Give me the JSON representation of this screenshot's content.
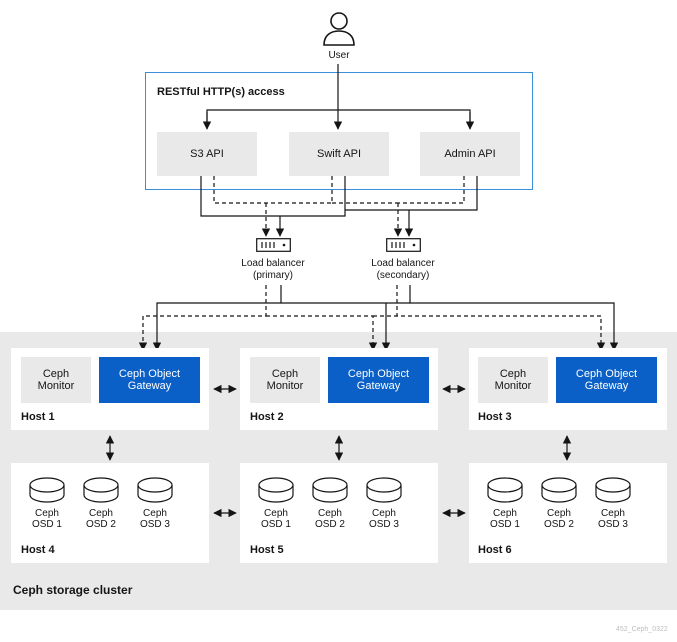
{
  "user": {
    "label": "User"
  },
  "access": {
    "title": "RESTful HTTP(s) access"
  },
  "apis": [
    {
      "label": "S3 API"
    },
    {
      "label": "Swift API"
    },
    {
      "label": "Admin API"
    }
  ],
  "load_balancers": [
    {
      "line1": "Load balancer",
      "line2": "(primary)"
    },
    {
      "line1": "Load balancer",
      "line2": "(secondary)"
    }
  ],
  "gateway_hosts": [
    {
      "name": "Host 1",
      "monitor_l1": "Ceph",
      "monitor_l2": "Monitor",
      "gateway_l1": "Ceph Object",
      "gateway_l2": "Gateway"
    },
    {
      "name": "Host 2",
      "monitor_l1": "Ceph",
      "monitor_l2": "Monitor",
      "gateway_l1": "Ceph Object",
      "gateway_l2": "Gateway"
    },
    {
      "name": "Host 3",
      "monitor_l1": "Ceph",
      "monitor_l2": "Monitor",
      "gateway_l1": "Ceph Object",
      "gateway_l2": "Gateway"
    }
  ],
  "osd_hosts": [
    {
      "name": "Host 4",
      "osds": [
        {
          "l1": "Ceph",
          "l2": "OSD 1"
        },
        {
          "l1": "Ceph",
          "l2": "OSD 2"
        },
        {
          "l1": "Ceph",
          "l2": "OSD 3"
        }
      ]
    },
    {
      "name": "Host 5",
      "osds": [
        {
          "l1": "Ceph",
          "l2": "OSD 1"
        },
        {
          "l1": "Ceph",
          "l2": "OSD 2"
        },
        {
          "l1": "Ceph",
          "l2": "OSD 3"
        }
      ]
    },
    {
      "name": "Host 6",
      "osds": [
        {
          "l1": "Ceph",
          "l2": "OSD 1"
        },
        {
          "l1": "Ceph",
          "l2": "OSD 2"
        },
        {
          "l1": "Ceph",
          "l2": "OSD 3"
        }
      ]
    }
  ],
  "cluster": {
    "label": "Ceph storage cluster"
  },
  "watermark": "452_Ceph_0322",
  "colors": {
    "gateway": "#0a60c6",
    "access_border": "#3a8fd6",
    "panel_gray": "#e9e9e9"
  },
  "icons": {
    "user": "user-icon",
    "load_balancer": "load-balancer-icon",
    "osd": "disk-icon"
  }
}
